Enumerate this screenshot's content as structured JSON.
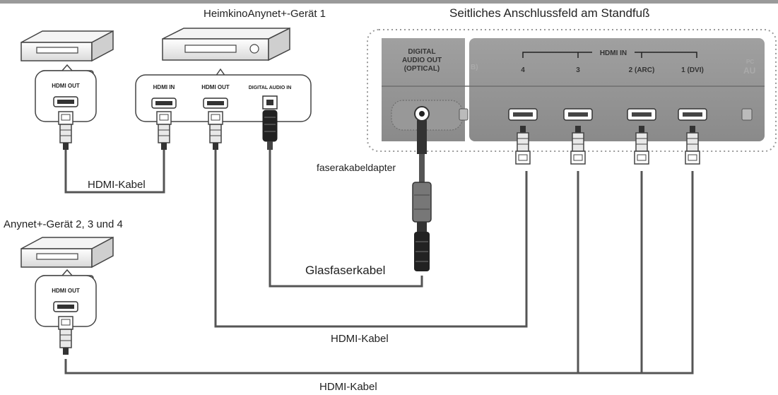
{
  "labels": {
    "top_title": "Seitliches Anschlussfeld am Standfuß",
    "home_theater": "HeimkinoAnynet+-Gerät 1",
    "anynet_devices": "Anynet+-Gerät 2, 3 und 4",
    "hdmi_cable_top": "HDMI-Kabel",
    "hdmi_cable_mid": "HDMI-Kabel",
    "hdmi_cable_bottom": "HDMI-Kabel",
    "optical_cable": "Glasfaserkabel",
    "optical_adapter": "faserakabeldapter"
  },
  "ports": {
    "hdmi_out": "HDMI OUT",
    "hdmi_in": "HDMI IN",
    "digital_audio_in": "DIGITAL AUDIO IN"
  },
  "panel": {
    "digital_audio_out_line1": "DIGITAL",
    "digital_audio_out_line2": "AUDIO OUT",
    "digital_audio_out_line3": "(OPTICAL)",
    "hdmi_in_header": "HDMI IN",
    "port_4": "4",
    "port_3": "3",
    "port_2": "2 (ARC)",
    "port_1": "1 (DVI)",
    "pc_label_1": "PC",
    "pc_label_2": "AU",
    "left_cut": "B)"
  },
  "colors": {
    "panel_grey": "#8f8f8f",
    "cable_grey": "#555555",
    "dashed_border": "#999999"
  }
}
